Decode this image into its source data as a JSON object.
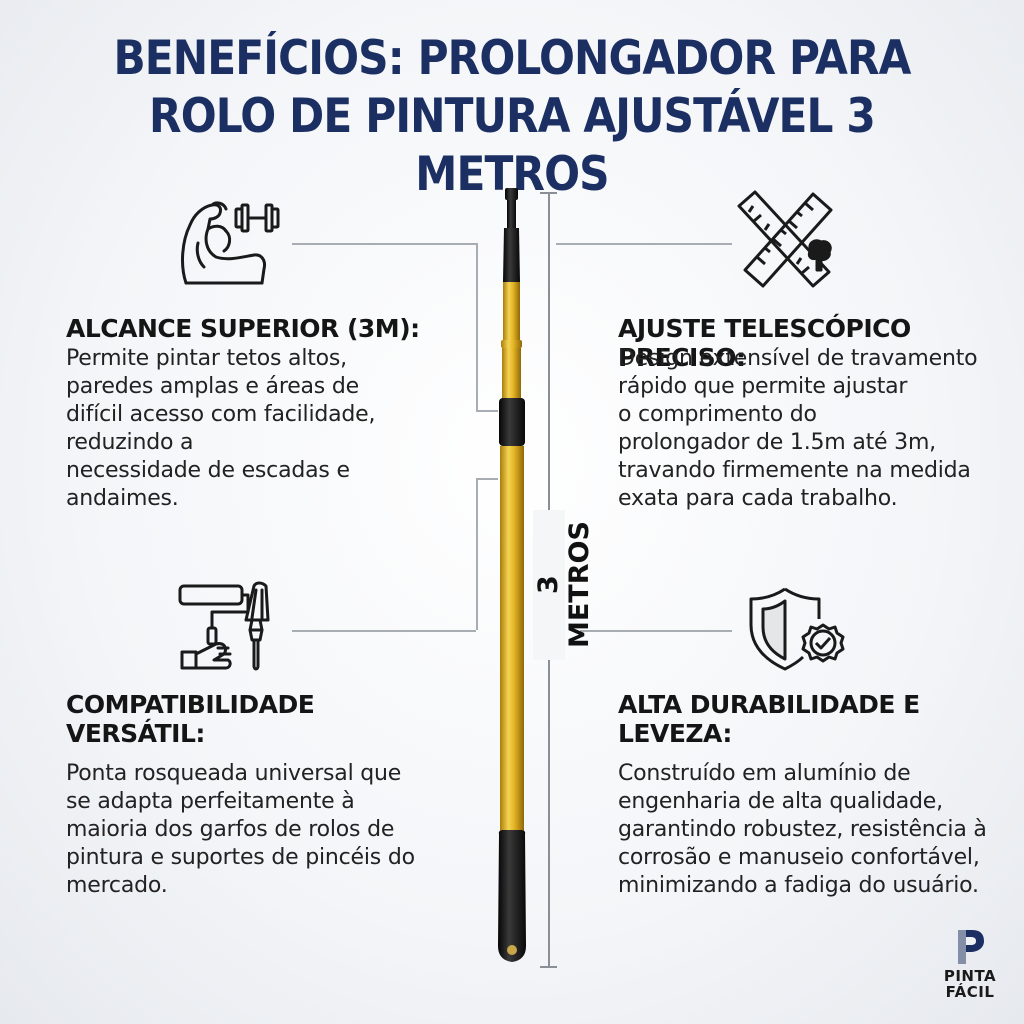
{
  "title": {
    "line1": "BENEFÍCIOS: PROLONGADOR PARA",
    "line2": "ROLO DE PINTURA AJUSTÁVEL 3 METROS"
  },
  "measure_label": "3 METROS",
  "benefits": [
    {
      "icon": "flexed-arm-dumbbell-icon",
      "heading": [
        "ALCANCE SUPERIOR (3M):"
      ],
      "lines": [
        "Permite pintar tetos altos,",
        "paredes amplas e áreas de",
        "difícil acesso com facilidade,",
        "reduzindo a",
        "necessidade de escadas e",
        "andaimes."
      ]
    },
    {
      "icon": "crossed-rulers-icon",
      "heading": [
        "AJUSTE TELESCÓPICO PRECISO:"
      ],
      "lines": [
        "Design extensível de travamento",
        "rápido que permite ajustar",
        "o comprimento do",
        "prolongador de 1.5m até 3m,",
        "travando firmemente na medida",
        "exata  para cada trabalho."
      ]
    },
    {
      "icon": "paint-roller-brush-icon",
      "heading": [
        "COMPATIBILIDADE",
        "VERSÁTIL:"
      ],
      "lines": [
        "Ponta rosqueada universal que",
        "se adapta perfeitamente à",
        "maioria dos garfos de rolos de",
        "pintura e suportes de pincéis do",
        "mercado."
      ]
    },
    {
      "icon": "shield-check-badge-icon",
      "heading": [
        "ALTA DURABILIDADE E",
        "LEVEZA:"
      ],
      "lines": [
        "Construído em alumínio de",
        "engenharia de alta qualidade,",
        "garantindo robustez, resistência à",
        "corrosão e manuseio confortável,",
        "minimizando a fadiga do usuário."
      ]
    }
  ],
  "logo": {
    "line1": "PINTA",
    "line2": "FÁCIL"
  },
  "colors": {
    "title": "#1b2f63",
    "pole_gold": "#e2b326",
    "pole_black": "#151515",
    "logo_p": "#1b2f63"
  }
}
